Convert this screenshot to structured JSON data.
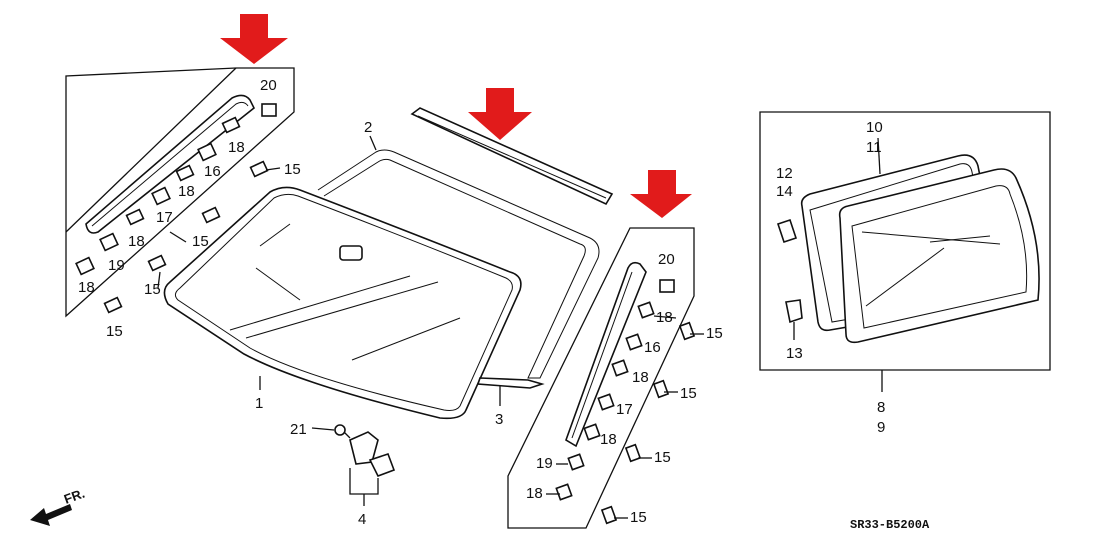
{
  "diagram_code": "SR33-B5200A",
  "front_indicator": "FR.",
  "accent_color": "#e11b1b",
  "labels": {
    "l1": "1",
    "l2": "2",
    "l3": "3",
    "l4": "4",
    "l8": "8",
    "l9": "9",
    "l10": "10",
    "l11": "11",
    "l12": "12",
    "l13": "13",
    "l14": "14",
    "l21": "21",
    "left": {
      "l20": "20",
      "l18a": "18",
      "l16": "16",
      "l15a": "15",
      "l18b": "18",
      "l17": "17",
      "l15b": "15",
      "l18c": "18",
      "l19": "19",
      "l18d": "18",
      "l15c": "15",
      "l15d": "15"
    },
    "right": {
      "l20": "20",
      "l18a": "18",
      "l15a": "15",
      "l16": "16",
      "l18b": "18",
      "l15b": "15",
      "l17": "17",
      "l18c": "18",
      "l15c": "15",
      "l19": "19",
      "l18d": "18",
      "l15d": "15"
    }
  }
}
